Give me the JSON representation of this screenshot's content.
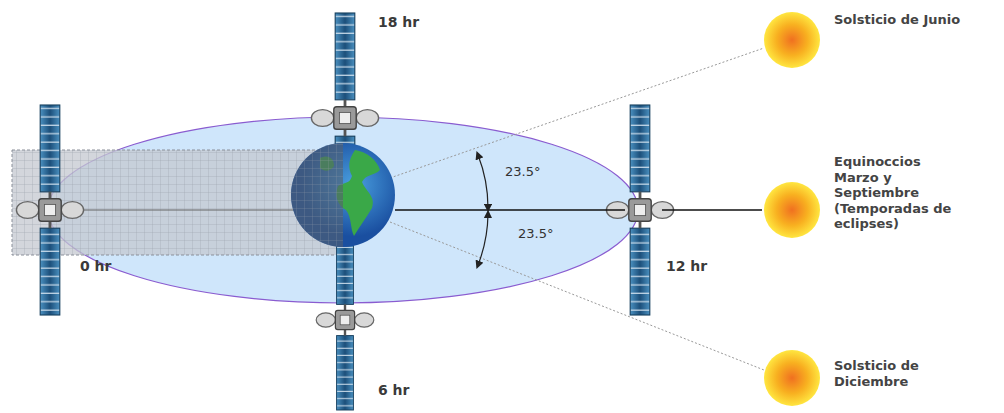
{
  "diagram": {
    "labels": [
      "18 hr",
      "0 hr",
      "6 hr",
      "12 hr",
      "23.5°",
      "23.5°",
      "Solsticio de Junio",
      "Equinoccios Marzo y Septiembre (Temporadas de eclipses)",
      "Solsticio de Diciembre"
    ]
  }
}
